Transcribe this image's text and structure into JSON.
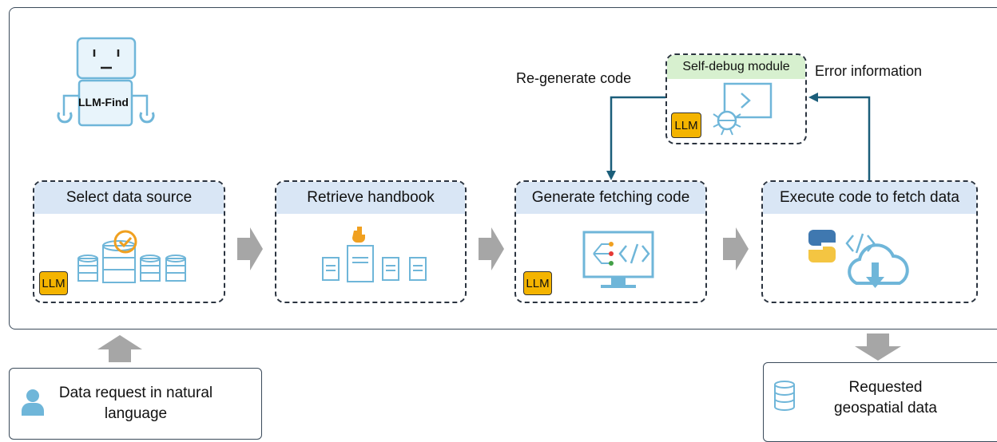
{
  "robot": {
    "label": "LLM-Find"
  },
  "stages": [
    {
      "title": "Select data source",
      "badge": "LLM"
    },
    {
      "title": "Retrieve handbook"
    },
    {
      "title": "Generate fetching code",
      "badge": "LLM"
    },
    {
      "title": "Execute code to fetch data"
    }
  ],
  "debug": {
    "title": "Self-debug module",
    "badge": "LLM"
  },
  "labels": {
    "regenerate": "Re-generate code",
    "error": "Error information"
  },
  "input_box": {
    "text": "Data request in natural language"
  },
  "output_box": {
    "text": "Requested geospatial data"
  },
  "colors": {
    "header_blue": "#d9e6f5",
    "header_green": "#d7f0cf",
    "llm_badge": "#f4b400",
    "icon_blue": "#6fb6d9",
    "loop_arrow": "#1b5e7a",
    "gray_arrow": "#a6a6a6"
  }
}
